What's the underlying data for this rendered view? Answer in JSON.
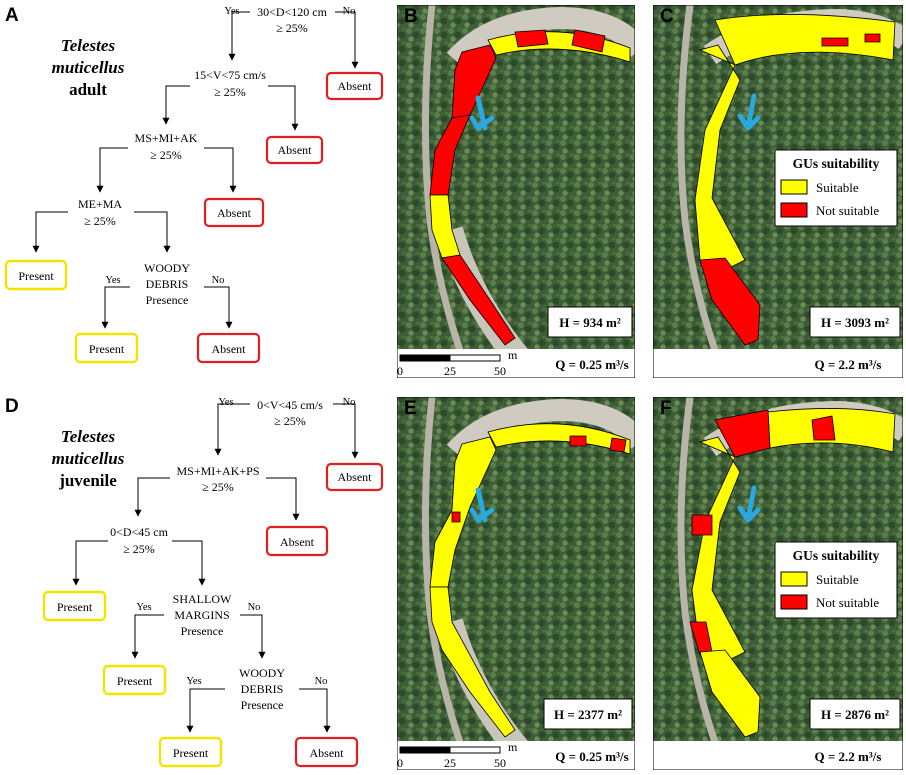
{
  "panels": {
    "A": "A",
    "B": "B",
    "C": "C",
    "D": "D",
    "E": "E",
    "F": "F"
  },
  "colors": {
    "present_border": "#f2e400",
    "absent_border": "#e02020",
    "suitable_fill": "#ffff00",
    "not_suitable_fill": "#ff0000",
    "flow_arrow": "#29a9e0"
  },
  "adult_tree": {
    "species_line1": "Telestes",
    "species_line2": "muticellus",
    "stage": "adult",
    "n1_line1": "30<D<120 cm",
    "n1_line2": "≥ 25%",
    "n2_line1": "15<V<75 cm/s",
    "n2_line2": "≥ 25%",
    "n3_line1": "MS+MI+AK",
    "n3_line2": "≥ 25%",
    "n4_line1": "ME+MA",
    "n4_line2": "≥ 25%",
    "n5_line1": "WOODY",
    "n5_line2": "DEBRIS",
    "n5_line3": "Presence",
    "yes": "Yes",
    "no": "No",
    "absent": "Absent",
    "present": "Present"
  },
  "juvenile_tree": {
    "species_line1": "Telestes",
    "species_line2": "muticellus",
    "stage": "juvenile",
    "n1_line1": "0<V<45 cm/s",
    "n1_line2": "≥ 25%",
    "n2_line1": "MS+MI+AK+PS",
    "n2_line2": "≥ 25%",
    "n3_line1": "0<D<45 cm",
    "n3_line2": "≥ 25%",
    "n4_line1": "SHALLOW",
    "n4_line2": "MARGINS",
    "n4_line3": "Presence",
    "n5_line1": "WOODY",
    "n5_line2": "DEBRIS",
    "n5_line3": "Presence",
    "yes": "Yes",
    "no": "No",
    "absent": "Absent",
    "present": "Present"
  },
  "maps": {
    "B": {
      "H": "H = 934 m²",
      "Q": "Q = 0.25 m³/s"
    },
    "C": {
      "H": "H = 3093 m²",
      "Q": "Q = 2.2 m³/s"
    },
    "E": {
      "H": "H = 2377 m²",
      "Q": "Q = 0.25 m³/s"
    },
    "F": {
      "H": "H = 2876 m²",
      "Q": "Q = 2.2 m³/s"
    }
  },
  "legend": {
    "title": "GUs suitability",
    "suitable": "Suitable",
    "not_suitable": "Not suitable"
  },
  "scale_bar": {
    "unit": "m",
    "t0": "0",
    "t1": "25",
    "t2": "50"
  }
}
